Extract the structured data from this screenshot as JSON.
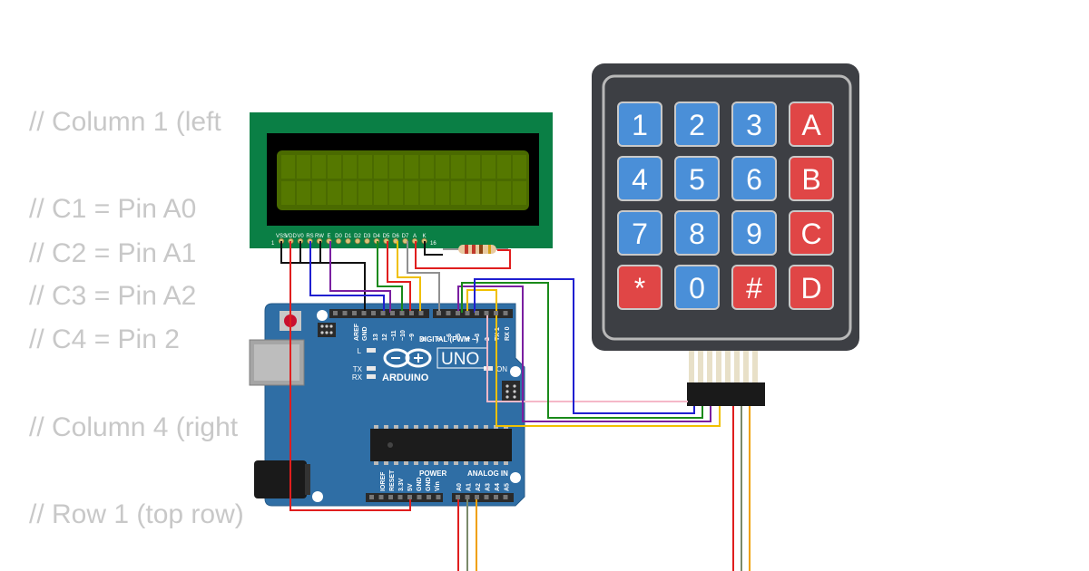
{
  "code_lines": [
    "// Column 1 (left",
    "// C1 = Pin A0",
    "// C2 = Pin A1",
    "// C3 = Pin A2",
    "// C4 = Pin 2",
    "// Column 4 (right",
    "// Row 1 (top row)"
  ],
  "lcd": {
    "pin_labels": [
      "VSS",
      "VDD",
      "V0",
      "RS",
      "RW",
      "E",
      "D0",
      "D1",
      "D2",
      "D3",
      "D4",
      "D5",
      "D6",
      "D7",
      "A",
      "K"
    ],
    "pin_first": "1",
    "pin_last": "16"
  },
  "keypad": {
    "keys": [
      [
        "1",
        "2",
        "3",
        "A"
      ],
      [
        "4",
        "5",
        "6",
        "B"
      ],
      [
        "7",
        "8",
        "9",
        "C"
      ],
      [
        "*",
        "0",
        "#",
        "D"
      ]
    ]
  },
  "arduino": {
    "brand": "ARDUINO",
    "model": "UNO",
    "digital_label": "DIGITAL (PWM ~)",
    "power_label": "POWER",
    "analog_label": "ANALOG IN",
    "on_label": "ON",
    "led_l": "L",
    "led_tx": "TX",
    "led_rx": "RX",
    "top_pins": [
      "AREF",
      "GND",
      "13",
      "12",
      "~11",
      "~10",
      "~9",
      "8",
      "7",
      "~6",
      "~5",
      "4",
      "~3",
      "2",
      "TX 1",
      "RX 0"
    ],
    "power_pins": [
      "IOREF",
      "RESET",
      "3.3V",
      "5V",
      "GND",
      "GND",
      "Vin"
    ],
    "analog_pins": [
      "A0",
      "A1",
      "A2",
      "A3",
      "A4",
      "A5"
    ]
  },
  "colors": {
    "board": "#2f6ea5",
    "lcd_pcb": "#0a7f45",
    "lcd_screen": "#4a6a00",
    "keypad_body": "#3d3f44",
    "key_blue": "#4a8fd8",
    "key_red": "#e04646",
    "code_text": "#c8c8c8"
  }
}
